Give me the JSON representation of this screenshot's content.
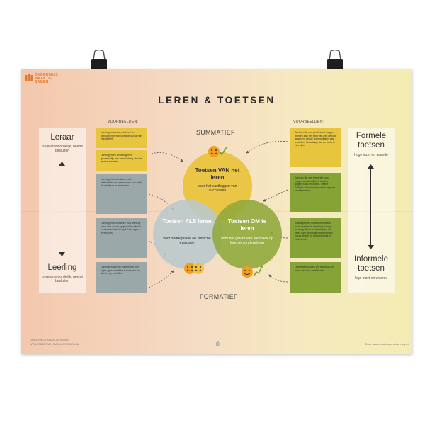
{
  "logo": {
    "lines": [
      "ONDERWIJS",
      "MAAK JE",
      "SAMEN"
    ]
  },
  "poster": {
    "title": "LEREN & TOETSEN",
    "top_label": "SUMMATIEF",
    "bottom_label": "FORMATIEF",
    "examples_label": "VOORBEELDEN:"
  },
  "left_panel": {
    "top_title": "Leraar",
    "top_text": "is verantwoordelijk, neemt besluiten",
    "bottom_title": "Leerling",
    "bottom_text": "is verantwoordelijk, neemt besluiten"
  },
  "right_panel": {
    "top_title": "Formele toetsen",
    "top_text": "hoge inzet en waarde",
    "bottom_title": "Informele toetsen",
    "bottom_text": "lage inzet en waarde"
  },
  "circles": {
    "van": {
      "title": "Toetsen VAN het leren",
      "text": "voor het vastleggen van successen",
      "color": "#e9c33b"
    },
    "als": {
      "title": "Toetsen ALS leren",
      "text": "voor zelfregulatie en kritische evaluatie",
      "color": "#b9c8cc"
    },
    "om": {
      "title": "Toetsen OM te leren",
      "text": "voor het geven van feedback op leren en onderwijzen",
      "color": "#8ea83a"
    }
  },
  "left_boxes": [
    {
      "text": "Leerlingen toetsen zichzelf en ontvangen een beoordeling voor hun effectiviteit.",
      "color": "#e7c53d"
    },
    {
      "text": "Leerlingen en leraren geven gezamenlijk een beoordeling van het werk summatief.",
      "color": "#e7c53d"
    },
    {
      "text": "Leerlingen beoordelen met zelfreflectie en peer review hun werk door kritisch te evalueren.",
      "color": "#9aa8aa"
    },
    {
      "text": "Leerlingen beoordelen hun werk op basis van vooraf opgestelde criteria; zo doen ze inzicht op in hun eigen leerproces.",
      "color": "#9aa8aa"
    },
    {
      "text": "Leerlingen werken samen om hun eigen, gezamenlijke successen en doelen op te stellen.",
      "color": "#9aa8aa"
    }
  ],
  "right_boxes": [
    {
      "text": "Toetsen die een grote inzet vragen worden aan het eind van een periode gegeven, om de leerresultaten vast te stellen. De uitslag van de toets is een cijfer.",
      "color": "#e7c53d"
    },
    {
      "text": "Toetsen die een beperkte inzet vragen worden tijdens lessen gegeven als feedback. Online multiple-choicetests worden ingezet voor feedback.",
      "color": "#86a335"
    },
    {
      "text": "Vaardigheden en kennis toetsen, zoals feedback, checking during learning. Geef feedback (hoe het beter kan); mogelijkheid feedback voor zichzelf en het onderwijs te verbeteren.",
      "color": "#86a335"
    },
    {
      "text": "Leerlingen vragen om feedback op basis van hun zelfreflectie.",
      "color": "#86a335"
    }
  ],
  "footer": {
    "left_line1": "ONDERWIJS MAAK JE SAMEN",
    "left_line2": "WWW.ONDERWIJSMAAKJESAMEN.NL",
    "right": "Bron: www.teachingandlearning.nl"
  }
}
